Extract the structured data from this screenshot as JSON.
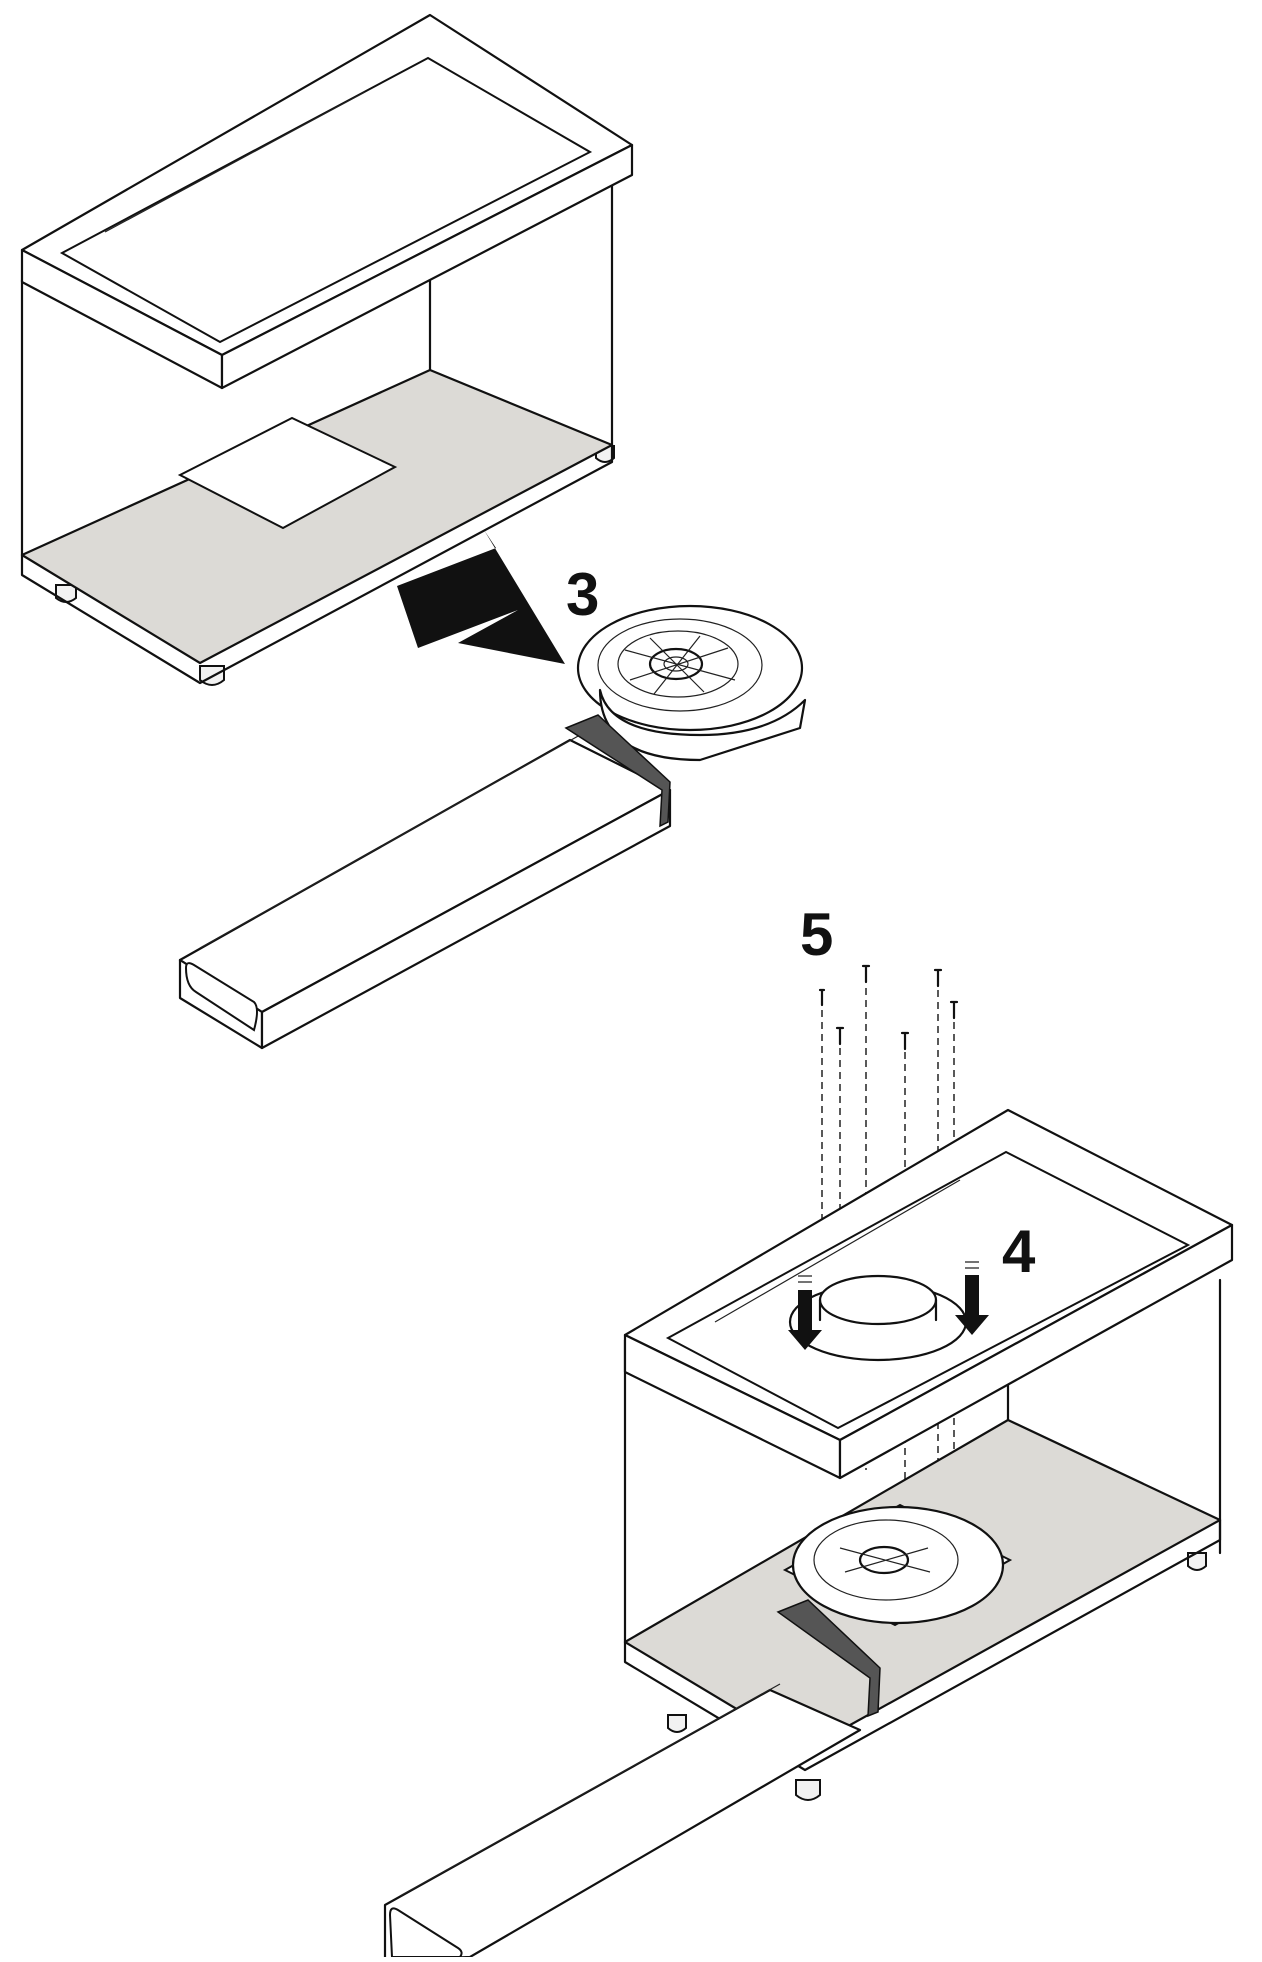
{
  "labels": {
    "step_3": "3",
    "step_4": "4",
    "step_5": "5"
  },
  "colors": {
    "floor_fill": "#dcdad6",
    "line": "#111111",
    "strap": "#555555"
  },
  "icons": {
    "insert_arrow": "arrow-icon",
    "press_arrows": "down-arrow-icon",
    "screws": "screw-icon"
  }
}
